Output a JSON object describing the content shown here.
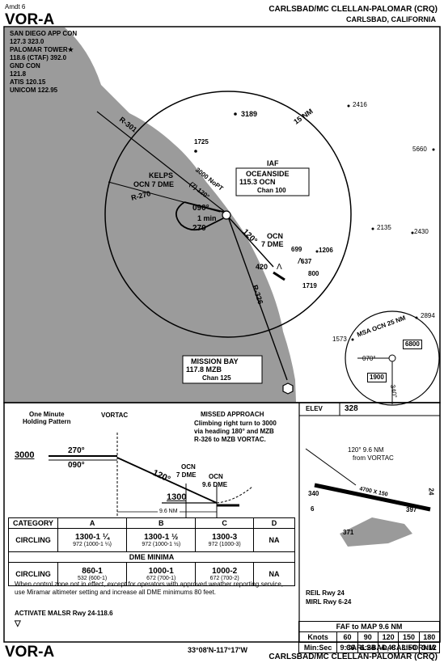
{
  "header": {
    "amendment": "Amdt 6",
    "procedure": "VOR-A",
    "airport": "CARLSBAD/MC CLELLAN-PALOMAR (CRQ)",
    "city": "CARLSBAD, CALIFORNIA"
  },
  "comms": [
    "SAN DIEGO APP CON",
    "127.3 323.0",
    "PALOMAR TOWER★",
    "118.6 (CTAF)  392.0",
    "GND CON",
    "121.8",
    "ATIS 120.15",
    "UNICOM 122.95"
  ],
  "plan": {
    "radius_label": "15 NM",
    "radial_301": "R-301",
    "radial_270": "R-270",
    "radial_326": "R-326",
    "kelps": "KELPS",
    "kelps_dme": "OCN 7 DME",
    "noPT": "3000 NoPT",
    "noPT_crs": "(7) 120°",
    "hold_in": "090°",
    "hold_time": "1 min",
    "hold_out": "270",
    "crs_120": "120°",
    "ocn_dme": "OCN",
    "ocn_dme2": "7 DME",
    "elev_420": "420",
    "iaf_label": "IAF",
    "iaf_name": "OCEANSIDE",
    "iaf_freq": "115.3  OCN",
    "iaf_chan": "Chan 100",
    "mzb_name": "MISSION BAY",
    "mzb_freq": "117.8 MZB",
    "mzb_chan": "Chan 125",
    "spot_elevs": [
      "3189",
      "1725",
      "2416",
      "5660",
      "2135",
      "2430",
      "699",
      "1206",
      "637",
      "800",
      "1719",
      "1573",
      "2894"
    ]
  },
  "msa": {
    "title": "MSA OCN 25 NM",
    "alt_north": "6800",
    "alt_west": "1900",
    "brg_070": "070°",
    "brg_340": "340°"
  },
  "profile": {
    "holding_title": "One Minute",
    "holding_title2": "Holding Pattern",
    "vortac": "VORTAC",
    "missed_title": "MISSED APPROACH",
    "missed_text": [
      "Climbing right turn to 3000",
      "via heading 180° and MZB",
      "R-326 to MZB VORTAC."
    ],
    "alt_3000": "3000",
    "crs_270": "270°",
    "crs_090": "090°",
    "crs_120": "120°",
    "ocn7": "OCN",
    "ocn7b": "7 DME",
    "ocn96": "OCN",
    "ocn96b": "9.6 DME",
    "alt_1300": "1300",
    "dist": "9.6 NM"
  },
  "airport_diagram": {
    "elev_label": "ELEV",
    "elev": "328",
    "faf_note": "120° 9.6 NM",
    "faf_note2": "from VORTAC",
    "rwy_dim": "4700 X 150",
    "rwy_left": "340",
    "rwy_num_left": "6",
    "rwy_num_right": "24",
    "elev_397": "397",
    "elev_371": "371",
    "lighting": [
      "REIL Rwy 24",
      "MIRL Rwy 6-24"
    ]
  },
  "minima": {
    "headers": [
      "CATEGORY",
      "A",
      "B",
      "C",
      "D"
    ],
    "circling_label": "CIRCLING",
    "circling": [
      [
        "1300-1 ¼",
        "972 (1000-1 ¼)"
      ],
      [
        "1300-1 ½",
        "972 (1000-1 ½)"
      ],
      [
        "1300-3",
        "972 (1000-3)"
      ],
      [
        "NA",
        ""
      ]
    ],
    "dme_title": "DME MINIMA",
    "dme": [
      [
        "860-1",
        "532 (600-1)"
      ],
      [
        "1000-1",
        "672 (700-1)"
      ],
      [
        "1000-2",
        "672 (700-2)"
      ],
      [
        "NA",
        ""
      ]
    ],
    "notes": "When control zone not in effect, except for operators with approved weather reporting service, use Miramar altimeter setting and increase all DME minimums 80 feet.",
    "malsr": "ACTIVATE MALSR Rwy 24-118.6"
  },
  "faf_table": {
    "title": "FAF to MAP  9.6 NM",
    "knots_label": "Knots",
    "knots": [
      "60",
      "90",
      "120",
      "150",
      "180"
    ],
    "minsec_label": "Min:Sec",
    "times": [
      "9:36",
      "6:24",
      "4:48",
      "3:50",
      "3:12"
    ]
  },
  "footer": {
    "procedure": "VOR-A",
    "coords": "33°08'N-117°17'W",
    "city": "CARLSBAD, CALIFORNIA",
    "airport": "CARLSBAD/MC CLELLAN-PALOMAR (CRQ)"
  }
}
